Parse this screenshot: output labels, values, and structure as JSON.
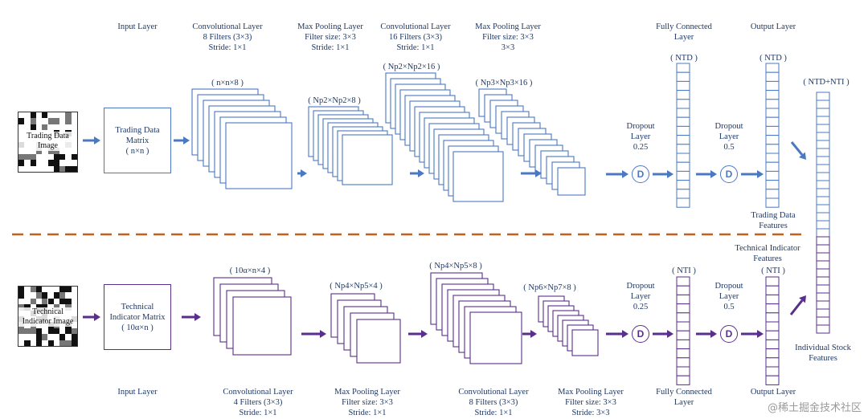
{
  "colors": {
    "top": "#4a78c2",
    "bottom": "#5a2e8c",
    "divider": "#c0611f",
    "text": "#1f3864"
  },
  "top": {
    "image_label": [
      "Trading Data",
      "Image"
    ],
    "input_title": "Input Layer",
    "matrix_label": [
      "Trading Data",
      "Matrix",
      "( n×n )"
    ],
    "conv1_title": [
      "Convolutional Layer",
      "8 Filters (3×3)",
      "Stride: 1×1"
    ],
    "conv1_dim": "( n×n×8 )",
    "pool1_title": [
      "Max Pooling Layer",
      "Filter size: 3×3",
      "Stride: 1×1"
    ],
    "pool1_dim": "( Np2×Np2×8 )",
    "conv2_title": [
      "Convolutional Layer",
      "16 Filters (3×3)",
      "Stride: 1×1"
    ],
    "conv2_dim": "( Np2×Np2×16 )",
    "pool2_title": [
      "Max Pooling Layer",
      "Filter size: 3×3",
      "3×3"
    ],
    "pool2_dim": "( Np3×Np3×16 )",
    "dropout1": [
      "Dropout",
      "Layer",
      "0.25"
    ],
    "fc_title": [
      "Fully Connected",
      "Layer"
    ],
    "fc_dim": "( NTD )",
    "dropout2": [
      "Dropout",
      "Layer",
      "0.5"
    ],
    "out_title": "Output Layer",
    "out_dim": "( NTD )",
    "features": [
      "Trading Data",
      "Features"
    ]
  },
  "bottom": {
    "image_label": [
      "Technical",
      "Indicator Image"
    ],
    "input_title": "Input Layer",
    "matrix_label": [
      "Technical",
      "Indicator Matrix",
      "( 10α×n )"
    ],
    "conv1_title": [
      "Convolutional Layer",
      "4 Filters (3×3)",
      "Stride: 1×1"
    ],
    "conv1_dim": "( 10α×n×4 )",
    "pool1_title": [
      "Max Pooling Layer",
      "Filter size: 3×3",
      "Stride: 1×1"
    ],
    "pool1_dim": "( Np4×Np5×4 )",
    "conv2_title": [
      "Convolutional Layer",
      "8 Filters (3×3)",
      "Stride: 1×1"
    ],
    "conv2_dim": "( Np4×Np5×8 )",
    "pool2_title": [
      "Max Pooling Layer",
      "Filter size: 3×3",
      "Stride: 3×3"
    ],
    "pool2_dim": "( Np6×Np7×8 )",
    "dropout1": [
      "Dropout",
      "Layer",
      "0.25"
    ],
    "fc_title": [
      "Fully Connected",
      "Layer"
    ],
    "fc_dim": "( NTI )",
    "dropout2": [
      "Dropout",
      "Layer",
      "0.5"
    ],
    "out_title": "Output Layer",
    "out_dim": "( NTI )",
    "features": [
      "Technical Indicator",
      "Features"
    ]
  },
  "merged": {
    "dim": "( NTD+NTI )",
    "label": [
      "Individual Stock",
      "Features"
    ]
  },
  "dropout_symbol": "D",
  "watermark": "@稀土掘金技术社区"
}
